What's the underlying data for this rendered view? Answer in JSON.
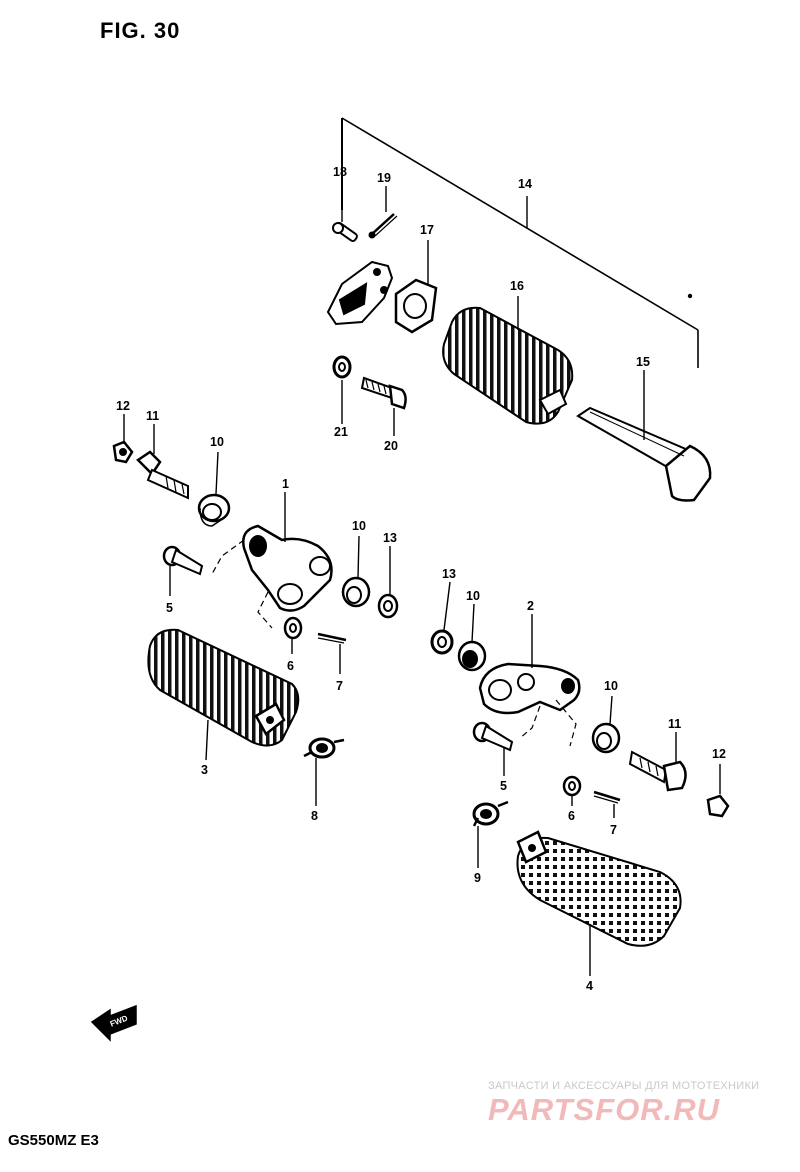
{
  "figure": {
    "title": "FIG. 30",
    "model_code": "GS550MZ  E3",
    "direction_arrow": "FWD"
  },
  "watermark": {
    "top_text": "ЗАПЧАСТИ И АКСЕССУАРЫ ДЛЯ МОТОТЕХНИКИ",
    "brand": "PARTSFOR.RU",
    "color": "#f1b9b9"
  },
  "callouts": {
    "c1": "1",
    "c2": "2",
    "c3": "3",
    "c4": "4",
    "c5a": "5",
    "c5b": "5",
    "c6a": "6",
    "c6b": "6",
    "c7a": "7",
    "c7b": "7",
    "c8": "8",
    "c9": "9",
    "c10a": "10",
    "c10b": "10",
    "c10c": "10",
    "c10d": "10",
    "c11a": "11",
    "c11b": "11",
    "c12a": "12",
    "c12b": "12",
    "c13a": "13",
    "c13b": "13",
    "c14": "14",
    "c15": "15",
    "c16": "16",
    "c17": "17",
    "c18": "18",
    "c19": "19",
    "c20": "20",
    "c21": "21"
  }
}
